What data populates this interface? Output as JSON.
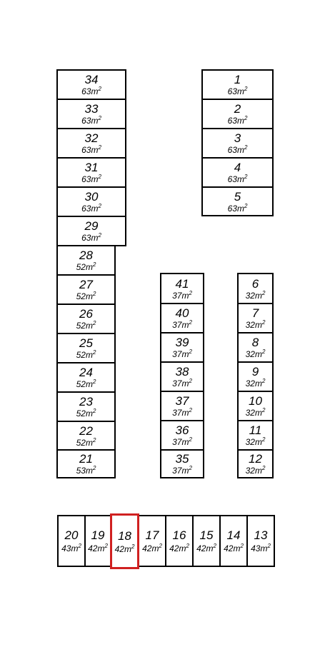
{
  "highlight_color": "#d02020",
  "units": [
    {
      "id": "34",
      "area": "63m"
    },
    {
      "id": "33",
      "area": "63m"
    },
    {
      "id": "32",
      "area": "63m"
    },
    {
      "id": "31",
      "area": "63m"
    },
    {
      "id": "30",
      "area": "63m"
    },
    {
      "id": "29",
      "area": "63m"
    },
    {
      "id": "28",
      "area": "52m"
    },
    {
      "id": "27",
      "area": "52m"
    },
    {
      "id": "26",
      "area": "52m"
    },
    {
      "id": "25",
      "area": "52m"
    },
    {
      "id": "24",
      "area": "52m"
    },
    {
      "id": "23",
      "area": "52m"
    },
    {
      "id": "22",
      "area": "52m"
    },
    {
      "id": "21",
      "area": "53m"
    },
    {
      "id": "1",
      "area": "63m"
    },
    {
      "id": "2",
      "area": "63m"
    },
    {
      "id": "3",
      "area": "63m"
    },
    {
      "id": "4",
      "area": "63m"
    },
    {
      "id": "5",
      "area": "63m"
    },
    {
      "id": "41",
      "area": "37m"
    },
    {
      "id": "40",
      "area": "37m"
    },
    {
      "id": "39",
      "area": "37m"
    },
    {
      "id": "38",
      "area": "37m"
    },
    {
      "id": "37",
      "area": "37m"
    },
    {
      "id": "36",
      "area": "37m"
    },
    {
      "id": "35",
      "area": "37m"
    },
    {
      "id": "6",
      "area": "32m"
    },
    {
      "id": "7",
      "area": "32m"
    },
    {
      "id": "8",
      "area": "32m"
    },
    {
      "id": "9",
      "area": "32m"
    },
    {
      "id": "10",
      "area": "32m"
    },
    {
      "id": "11",
      "area": "32m"
    },
    {
      "id": "12",
      "area": "32m"
    },
    {
      "id": "20",
      "area": "43m"
    },
    {
      "id": "19",
      "area": "42m"
    },
    {
      "id": "18",
      "area": "42m",
      "highlighted": true
    },
    {
      "id": "17",
      "area": "42m"
    },
    {
      "id": "16",
      "area": "42m"
    },
    {
      "id": "15",
      "area": "42m"
    },
    {
      "id": "14",
      "area": "42m"
    },
    {
      "id": "13",
      "area": "43m"
    }
  ],
  "area_exponent": "2"
}
